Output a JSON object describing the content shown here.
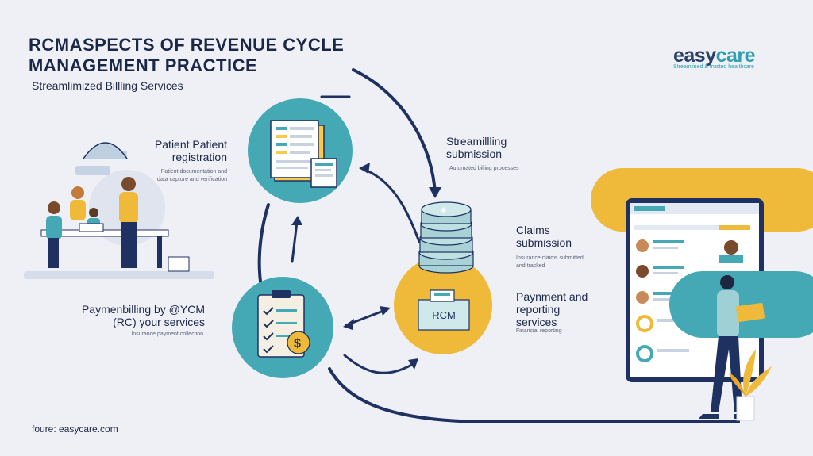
{
  "title_line1": "RCMASPECTS OF REVENUE CYCLE",
  "title_line2": "MANAGEMENT PRACTICE",
  "subtitle": "Streamlimized Billling Services",
  "logo": {
    "easy": "easy",
    "care": "care",
    "tagline": "Streamlined & trusted healthcare"
  },
  "steps": {
    "registration": {
      "label1": "Patient Patient",
      "label2": "registration",
      "desc1": "Patient documentation and",
      "desc2": "data capture and verification"
    },
    "streamlining": {
      "label1": "Streamillling",
      "label2": "submission",
      "desc": "Automated billing processes"
    },
    "claims": {
      "label1": "Claims",
      "label2": "submission",
      "desc1": "Insurance claims submitted",
      "desc2": "and tracked"
    },
    "payment": {
      "label1": "Paynment and",
      "label2": "reporting",
      "label3": "services",
      "desc": "Financial reporting"
    },
    "billing": {
      "label1": "Paymenbilling by @YCM",
      "label2": "(RC) your services",
      "desc": "Insurance payment collection"
    }
  },
  "rcm_box_label": "RCM",
  "footer": "foure: easycare.com",
  "colors": {
    "teal": "#45a9b5",
    "yellow": "#efb93a",
    "navy": "#1f3160",
    "background": "#eef0f5"
  }
}
